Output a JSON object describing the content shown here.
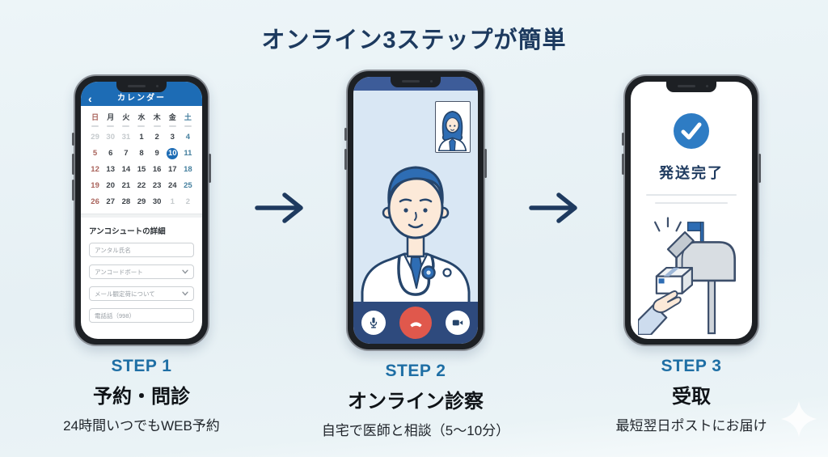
{
  "title": "オンライン3ステップが簡単",
  "colors": {
    "background": "#e8f1f5",
    "title_navy": "#1d3a5f",
    "step_blue": "#1f6fa5",
    "calendar_header_blue": "#1d6cb5",
    "selected_day_blue": "#1d6cb5",
    "sunday_red": "#a9635b",
    "saturday_teal": "#46809f",
    "call_bar_navy": "#2e4a7d",
    "end_call_red": "#e0584c",
    "check_blue": "#2e7cc4",
    "illustration_blue": "#2e6db4"
  },
  "icons": {
    "back": "‹",
    "chevron_down": "chevron-down-icon",
    "check": "check-icon",
    "mic": "mic-icon",
    "end_call": "end-call-icon",
    "camera": "camera-icon",
    "arrow_right": "arrow-right-icon",
    "sparkle": "sparkle-icon"
  },
  "phone1": {
    "header": "カレンダー",
    "back_icon": "‹",
    "weekdays": [
      {
        "label": "日",
        "type": "sun"
      },
      {
        "label": "月",
        "type": ""
      },
      {
        "label": "火",
        "type": ""
      },
      {
        "label": "水",
        "type": ""
      },
      {
        "label": "木",
        "type": ""
      },
      {
        "label": "金",
        "type": ""
      },
      {
        "label": "土",
        "type": "sat"
      }
    ],
    "weeks": [
      [
        {
          "d": "29",
          "t": "muted"
        },
        {
          "d": "30",
          "t": "muted"
        },
        {
          "d": "31",
          "t": "muted"
        },
        {
          "d": "1",
          "t": ""
        },
        {
          "d": "2",
          "t": ""
        },
        {
          "d": "3",
          "t": ""
        },
        {
          "d": "4",
          "t": "sat"
        }
      ],
      [
        {
          "d": "5",
          "t": "sun"
        },
        {
          "d": "6",
          "t": ""
        },
        {
          "d": "7",
          "t": ""
        },
        {
          "d": "8",
          "t": ""
        },
        {
          "d": "9",
          "t": ""
        },
        {
          "d": "10",
          "t": "sel"
        },
        {
          "d": "11",
          "t": "sat"
        }
      ],
      [
        {
          "d": "12",
          "t": "sun"
        },
        {
          "d": "13",
          "t": ""
        },
        {
          "d": "14",
          "t": ""
        },
        {
          "d": "15",
          "t": ""
        },
        {
          "d": "16",
          "t": ""
        },
        {
          "d": "17",
          "t": ""
        },
        {
          "d": "18",
          "t": "sat"
        }
      ],
      [
        {
          "d": "19",
          "t": "sun"
        },
        {
          "d": "20",
          "t": ""
        },
        {
          "d": "21",
          "t": ""
        },
        {
          "d": "22",
          "t": ""
        },
        {
          "d": "23",
          "t": ""
        },
        {
          "d": "24",
          "t": ""
        },
        {
          "d": "25",
          "t": "sat"
        }
      ],
      [
        {
          "d": "26",
          "t": "sun"
        },
        {
          "d": "27",
          "t": ""
        },
        {
          "d": "28",
          "t": ""
        },
        {
          "d": "29",
          "t": ""
        },
        {
          "d": "30",
          "t": ""
        },
        {
          "d": "1",
          "t": "muted"
        },
        {
          "d": "2",
          "t": "muted"
        }
      ]
    ],
    "form": {
      "heading": "アンコシュートの詳細",
      "fields": [
        {
          "placeholder": "アンタル氏名",
          "chevron": false
        },
        {
          "placeholder": "アンコードボート",
          "chevron": true
        },
        {
          "placeholder": "メール観定荷について",
          "chevron": true
        },
        {
          "placeholder": "電話話（998）",
          "chevron": false
        }
      ]
    }
  },
  "phone2": {
    "call_buttons": [
      "mic",
      "end-call",
      "camera"
    ]
  },
  "phone3": {
    "status": "発送完了"
  },
  "steps": [
    {
      "step": "STEP 1",
      "title": "予約・問診",
      "desc": "24時間いつでもWEB予約"
    },
    {
      "step": "STEP 2",
      "title": "オンライン診察",
      "desc": "自宅で医師と相談（5〜10分）"
    },
    {
      "step": "STEP 3",
      "title": "受取",
      "desc": "最短翌日ポストにお届け"
    }
  ]
}
